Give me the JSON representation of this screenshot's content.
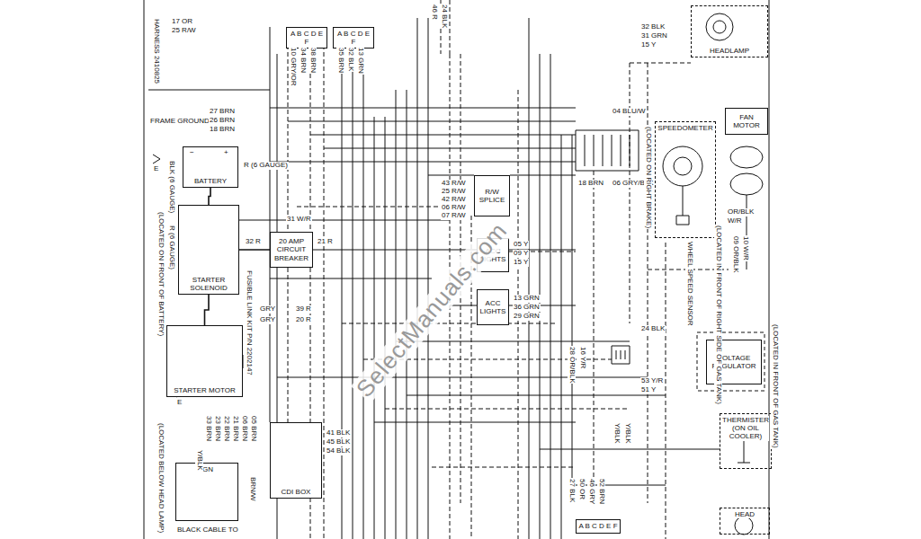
{
  "diagram": {
    "nodes": [
      {
        "text": [
          "A B C D E F"
        ]
      },
      {
        "text": [
          "A B C D E F"
        ]
      },
      {
        "text": [
          "HEADLAMP"
        ]
      },
      {
        "text": [
          "SPEEDOMETER"
        ]
      },
      {
        "text": [
          "FAN MOTOR"
        ]
      },
      {
        "text": [
          "BATTERY"
        ]
      },
      {
        "text": [
          "STARTER SOLENOID"
        ]
      },
      {
        "text": [
          "20 AMP CIRCUIT BREAKER"
        ]
      },
      {
        "text": [
          "STARTER MOTOR"
        ]
      },
      {
        "text": [
          "R/W SPLICE"
        ]
      },
      {
        "text": [
          "ACC LIGHTS"
        ]
      },
      {
        "text": [
          "ACC LIGHTS"
        ]
      },
      {
        "text": [
          "CDI BOX"
        ]
      },
      {
        "text": [
          "VOLTAGE REGULATOR"
        ]
      },
      {
        "text": [
          "THERMISTER",
          "(ON OIL COOLER)"
        ]
      },
      {
        "text": [
          "HEAD"
        ]
      },
      {
        "text": [
          "IGN"
        ]
      },
      {
        "text": [
          "A B C D E F"
        ]
      }
    ],
    "edges": [
      {
        "from": 5,
        "to": 6,
        "arrow": "none"
      },
      {
        "from": 6,
        "to": 7,
        "arrow": "none"
      },
      {
        "from": 6,
        "to": 8,
        "arrow": "none"
      }
    ],
    "labels": [
      "HARNESS 2410825",
      "17 OR",
      "25 R/W",
      "FRAME GROUND",
      "27 BRN",
      "26 BRN",
      "18 BRN",
      "E",
      "BLK (6 GAUGE)",
      "+",
      "−",
      "R (6 GAUGE)",
      "R (6 GAUGE)",
      "(LOCATED ON FRONT OF BATTERY)",
      "31 W/R",
      "32 R",
      "21 R",
      "FUSIBLE LINK KIT P/N 2202147",
      "GRY",
      "39 R",
      "GRY",
      "20 R",
      "E",
      "41 BLK",
      "45 BLK",
      "54 BLK",
      "33 BRN",
      "23 BRN",
      "22 BRN",
      "21 BRN",
      "06 BRN",
      "05 BRN",
      "Y/BLK",
      "BRN/W",
      "(LOCATED BELOW HEAD LAMP)",
      "BLACK CABLE TO",
      "10 GRY/OR",
      "34 BRN",
      "38 BRN",
      "35 BRN",
      "32 BLK",
      "13 GRN",
      "46 R",
      "24 BLK",
      "43 R/W",
      "25 R/W",
      "42 R/W",
      "06 R/W",
      "07 R/W",
      "05 Y",
      "09 Y",
      "15 Y",
      "13 GRN",
      "36 GRN",
      "29 GRN",
      "04 BLU/W",
      "18 BRN",
      "06 GRY/BLK",
      "32 BLK",
      "31 GRN",
      "15 Y",
      "OR/BLK",
      "W/R",
      "(LOCATED IN FRONT OF RIGHT SIDE OF GAS TANK)",
      "(LOCATED ON RIGHT BRAKE)",
      "WHEEL SPEED SENSOR",
      "09 OR/BLK",
      "10 W/R",
      "(LOCATED IN FRONT OF GAS TANK)",
      "28 OR/BLK",
      "16 Y/R",
      "24 BLK",
      "53 Y/R",
      "51 Y",
      "Y/BLK",
      "Y/BLK",
      "27 BLK",
      "50 OR",
      "46 GRY",
      "52 BRN",
      "SelectManuals.com"
    ]
  }
}
